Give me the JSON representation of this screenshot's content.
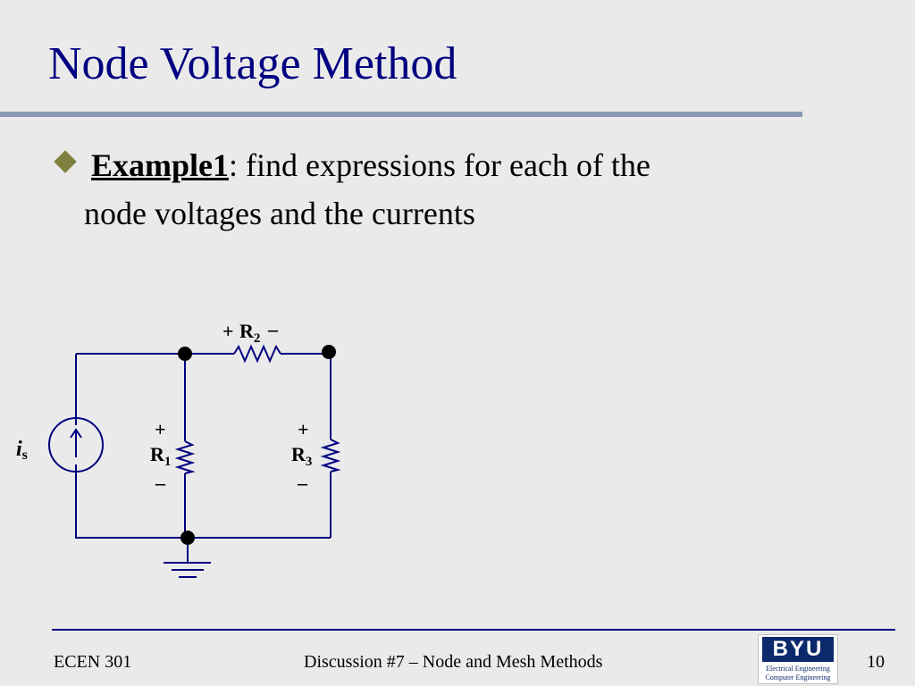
{
  "slide": {
    "title": "Node Voltage Method",
    "bullet": {
      "label": "Example1",
      "text_line1": ": find expressions for each of the",
      "text_line2": "node voltages and the currents"
    }
  },
  "circuit": {
    "source_label": "i",
    "source_sub": "s",
    "r1_label": "R",
    "r1_sub": "1",
    "r2_label": "R",
    "r2_sub": "2",
    "r3_label": "R",
    "r3_sub": "3",
    "plus": "+",
    "minus": "–"
  },
  "footer": {
    "course": "ECEN 301",
    "center": "Discussion #7 – Node and Mesh Methods",
    "page_number": "10",
    "logo_name": "BYU",
    "logo_line1": "Electrical Engineering",
    "logo_line2": "Computer Engineering"
  },
  "colors": {
    "background": "#eaeaea",
    "title": "#000080",
    "title_rule": "#8a9ab2",
    "bullet_diamond": "#7f7f3f",
    "circuit_wire": "#000080"
  }
}
